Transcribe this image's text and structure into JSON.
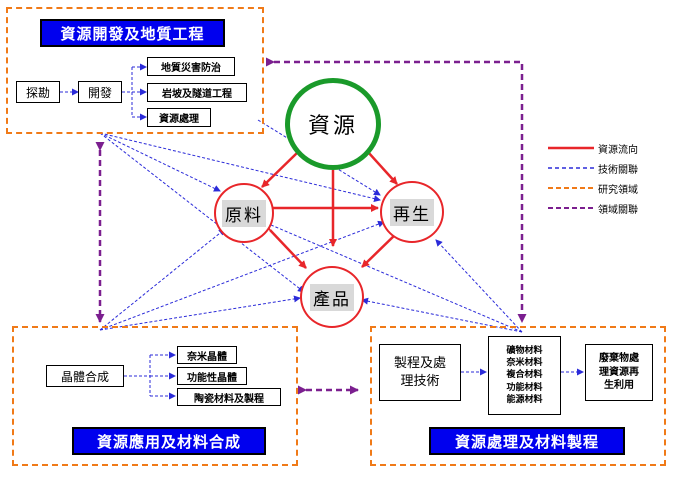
{
  "colors": {
    "resource_flow": "#e8262a",
    "tech_link": "#2b2bd9",
    "research_domain": "#f07a18",
    "domain_link": "#7b1f8f",
    "core_ring": "#1a9a2a",
    "title_bg": "#0000ee"
  },
  "center": {
    "resource": "資源",
    "raw_material": "原料",
    "recycle": "再生",
    "product": "產品"
  },
  "top_left": {
    "title": "資源開發及地質工程",
    "explore": "探勘",
    "develop": "開發",
    "items": [
      "地質災害防治",
      "岩坡及隧道工程",
      "資源處理"
    ]
  },
  "bottom_left": {
    "title": "資源應用及材料合成",
    "crystal": "晶體合成",
    "items": [
      "奈米晶體",
      "功能性晶體",
      "陶瓷材料及製程"
    ]
  },
  "bottom_right": {
    "title": "資源處理及材料製程",
    "tech_lines": [
      "製程及處",
      "理技術"
    ],
    "materials": [
      "礦物材料",
      "奈米材料",
      "複合材料",
      "功能材料",
      "能源材料"
    ],
    "waste_lines": [
      "廢棄物處",
      "理資源再",
      "生利用"
    ]
  },
  "legend": [
    "資源流向",
    "技術關聯",
    "研究領域",
    "領域關聯"
  ]
}
